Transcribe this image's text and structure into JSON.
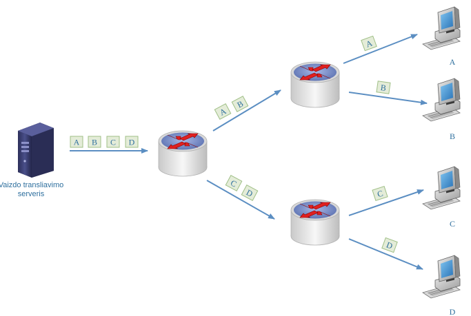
{
  "server": {
    "caption_line1": "Vaizdo transliavimo",
    "caption_line2": "serveris"
  },
  "packets": {
    "server_to_router": [
      "A",
      "B",
      "C",
      "D"
    ],
    "to_upper_router": [
      "A",
      "B"
    ],
    "to_lower_router": [
      "C",
      "D"
    ],
    "to_client_a": "A",
    "to_client_b": "B",
    "to_client_c": "C",
    "to_client_d": "D"
  },
  "clients": [
    {
      "label": "A"
    },
    {
      "label": "B"
    },
    {
      "label": "C"
    },
    {
      "label": "D"
    }
  ],
  "colors": {
    "arrow": "#5b8ec2",
    "packet_fill": "#e4ecd8",
    "packet_border": "#9fbf86",
    "router_top": "#6f86c4",
    "router_arrow": "#e02020",
    "text": "#2e6f9e"
  }
}
